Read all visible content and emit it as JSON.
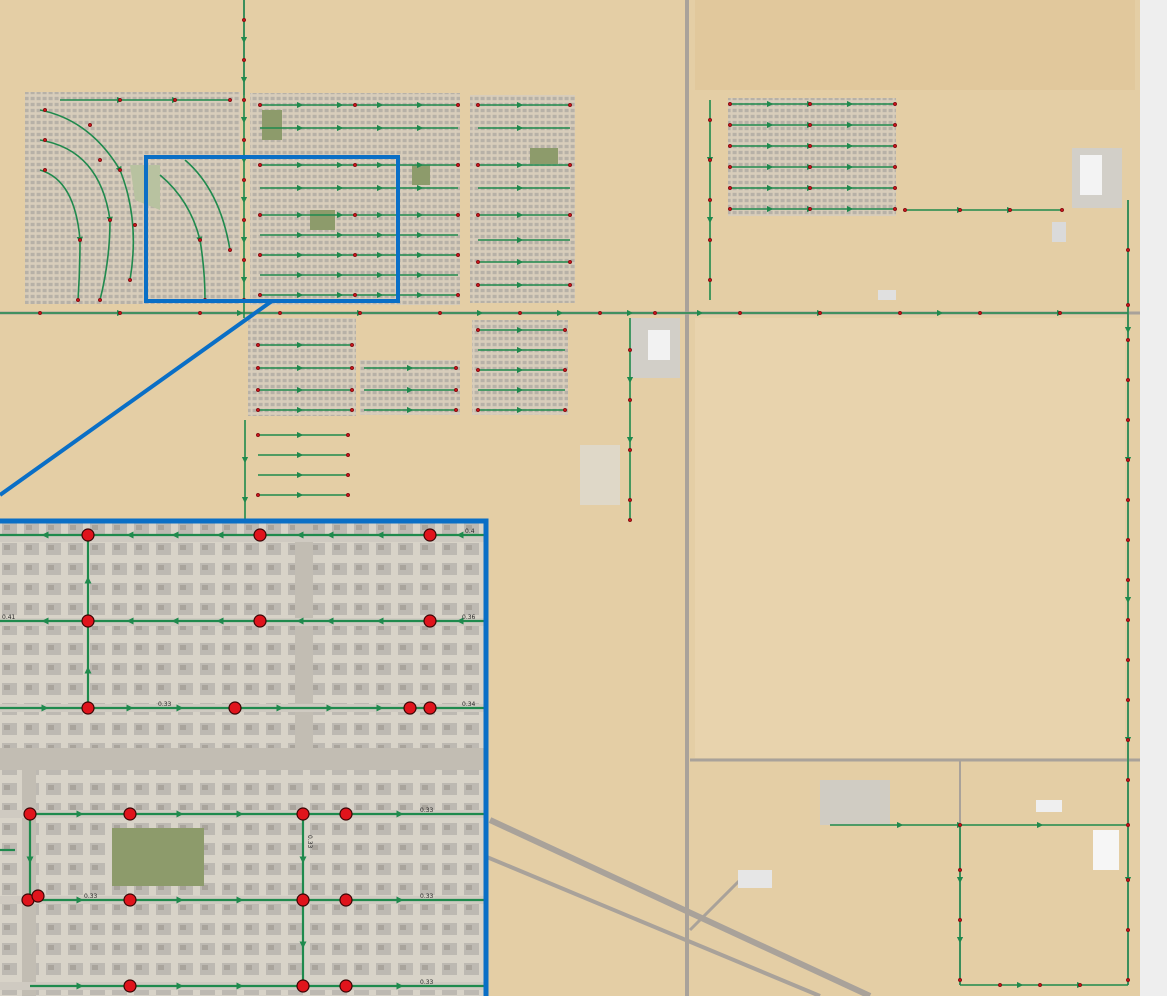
{
  "map": {
    "colors": {
      "desert": "#e4cea5",
      "desert_dark": "#d9c196",
      "road": "#a9a29a",
      "pipe": "#1f8a4d",
      "node": "#c4141b",
      "node_outline": "#5a0a0a",
      "inset_frame": "#0a6fc6",
      "roof": "#c9c6c0",
      "park": "#8d9b6b"
    },
    "icons": [
      "pipe-flow-arrow-icon",
      "junction-node-icon"
    ]
  },
  "inset": {
    "pipe_labels": [
      "0.4",
      "0.41",
      "0.36",
      "0.33",
      "0.34",
      "0.33",
      "0.33",
      "0.33",
      "0.33",
      "0.33"
    ]
  }
}
